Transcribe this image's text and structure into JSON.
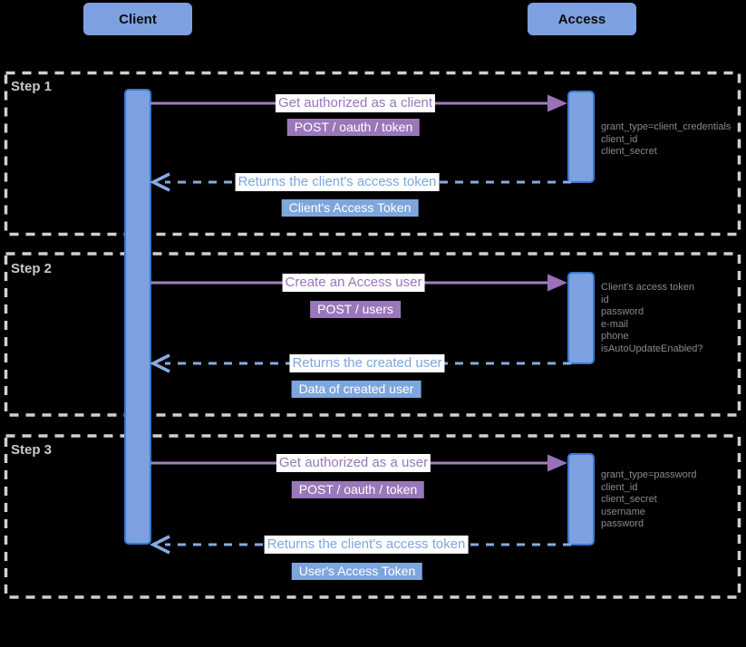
{
  "diagram": {
    "type": "sequence-diagram",
    "actors": [
      {
        "label": "Client"
      },
      {
        "label": "Access"
      }
    ],
    "steps": [
      {
        "label": "Step 1",
        "request": {
          "message": "Get authorized as a client",
          "endpoint": "POST / oauth / token",
          "params": [
            "grant_type=client_credentials",
            "client_id",
            "client_secret"
          ]
        },
        "response": {
          "message": "Returns the client's access token",
          "badge": "Client's Access Token"
        }
      },
      {
        "label": "Step 2",
        "request": {
          "message": "Create an Access user",
          "endpoint": "POST / users",
          "params": [
            "Client's access token",
            "id",
            "password",
            "e-mail",
            "phone",
            "isAutoUpdateEnabled?"
          ]
        },
        "response": {
          "message": "Returns the created user",
          "badge": "Data of created user"
        }
      },
      {
        "label": "Step 3",
        "request": {
          "message": "Get authorized as a user",
          "endpoint": "POST / oauth / token",
          "params": [
            "grant_type=password",
            "client_id",
            "client_secret",
            "username",
            "password"
          ]
        },
        "response": {
          "message": "Returns the client's access token",
          "badge": "User's Access Token"
        }
      }
    ],
    "colors": {
      "background": "#000000",
      "actor_fill": "#7da1e0",
      "activation_fill": "#7da1e0",
      "activation_border": "#3a78d0",
      "request_line": "#a07fc0",
      "request_text": "#9878bb",
      "request_badge_bg": "#9a77ba",
      "response_line": "#86abe2",
      "response_text": "#7ea6de",
      "response_badge_bg": "#7ea6de",
      "param_text": "#8a8a8a",
      "step_label": "#c9c9c9",
      "step_border": "#cfcfcf"
    }
  }
}
